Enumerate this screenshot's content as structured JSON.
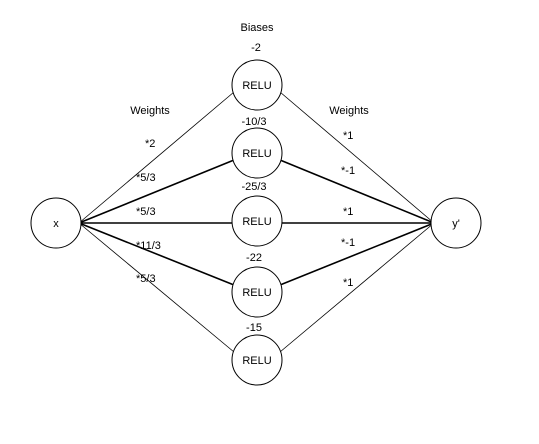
{
  "headers": {
    "biases": "Biases",
    "weights_left": "Weights",
    "weights_right": "Weights"
  },
  "input": {
    "label": "x"
  },
  "output": {
    "label": "y'"
  },
  "hidden": [
    {
      "label": "RELU",
      "bias": "-2",
      "w_in": "*2",
      "w_out": "*1"
    },
    {
      "label": "RELU",
      "bias": "-10/3",
      "w_in": "*5/3",
      "w_out": "*-1"
    },
    {
      "label": "RELU",
      "bias": "-25/3",
      "w_in": "*5/3",
      "w_out": "*1"
    },
    {
      "label": "RELU",
      "bias": "-22",
      "w_in": "*11/3",
      "w_out": "*-1"
    },
    {
      "label": "RELU",
      "bias": "-15",
      "w_in": "*5/3",
      "w_out": "*1"
    }
  ]
}
